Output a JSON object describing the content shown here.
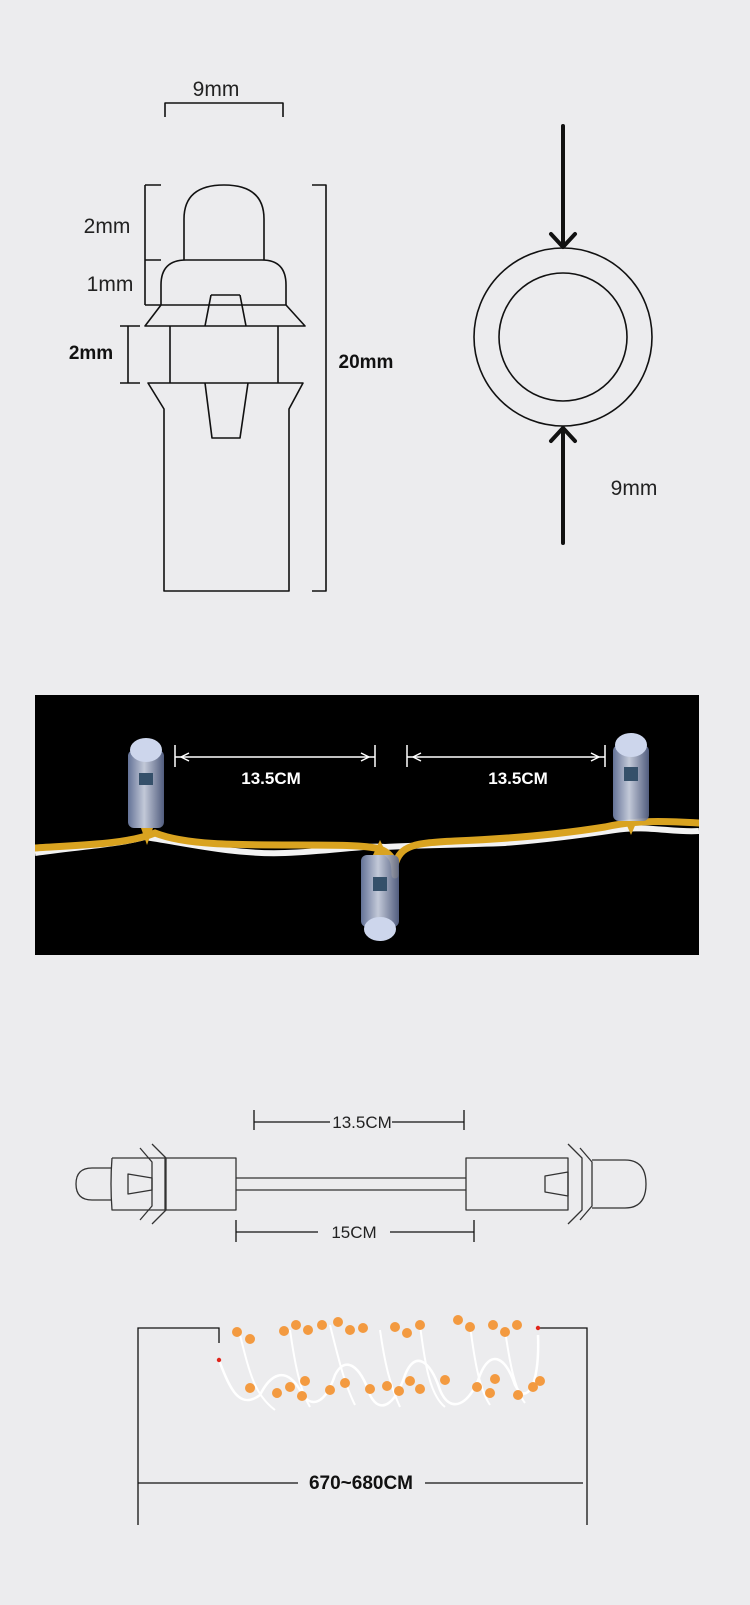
{
  "colors": {
    "background": "#ececee",
    "line": "#111111",
    "photo_background": "#000000",
    "wire_yellow": "#d9a320",
    "wire_white": "#f2f2f2",
    "bead_orange": "#f39a40",
    "wire_tip_red": "#e0261c"
  },
  "side_view": {
    "width_label": "9mm",
    "dome_height_label": "2mm",
    "collar_height_label": "1mm",
    "groove_height_label": "2mm",
    "total_height_label": "20mm"
  },
  "top_view": {
    "diameter_label": "9mm"
  },
  "photo": {
    "left_spacing_label": "13.5CM",
    "right_spacing_label": "13.5CM"
  },
  "wire_diagram": {
    "inner_spacing_label": "13.5CM",
    "outer_spacing_label": "15CM"
  },
  "string_view": {
    "total_length_label": "670~680CM"
  }
}
